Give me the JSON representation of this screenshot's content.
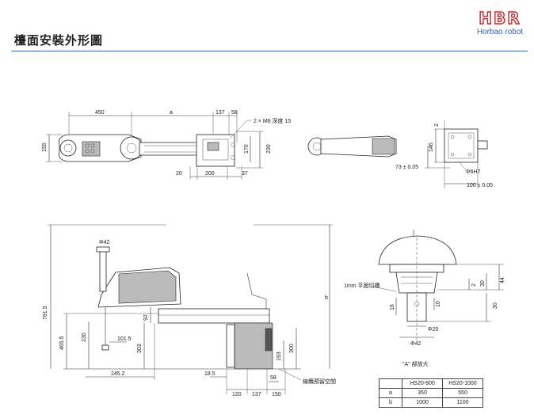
{
  "header": {
    "title": "檯面安裝外形圖",
    "logo_mark": "HBR",
    "logo_sub": "Horbao robot"
  },
  "top_view": {
    "dim_450": "450",
    "dim_a": "a",
    "dim_137": "137",
    "dim_58": "58",
    "dim_m8": "2 × M8 深度 15",
    "dim_155": "155",
    "dim_170": "170",
    "dim_230": "230",
    "dim_20": "20",
    "dim_200": "200",
    "dim_37": "37"
  },
  "side_top_view": {
    "dim_2": "2",
    "dim_146": "146",
    "dim_73": "73 ± 0.05",
    "dim_phi6": "Φ6H7",
    "dim_100": "100 ± 0.05"
  },
  "front_view": {
    "dim_phi42": "Φ42",
    "dim_781": "781.5",
    "dim_465": "465.5",
    "dim_230": "230",
    "dim_101": "101.5",
    "dim_303": "303",
    "dim_92": "92",
    "dim_245": "245.2",
    "dim_18": "18.5",
    "dim_58": "58",
    "dim_193": "193",
    "dim_300": "300",
    "dim_b": "b",
    "dim_120": "120",
    "dim_137": "137",
    "dim_150": "150",
    "cable_note": "線纜預留空間"
  },
  "detail_a": {
    "flat_note": "1mm 平面切槽",
    "dim_2": "2",
    "dim_30": "30",
    "dim_44": "44",
    "dim_30b": "30",
    "dim_16": "16",
    "dim_10": "10",
    "dim_phi20": "Φ20",
    "dim_phi42": "Φ42",
    "caption": "\"A\" 部放大"
  },
  "spec_table": {
    "header": [
      "",
      "HS20-800",
      "HS20-1000"
    ],
    "rows": [
      [
        "a",
        "350",
        "550"
      ],
      [
        "b",
        "1000",
        "1100"
      ]
    ]
  }
}
